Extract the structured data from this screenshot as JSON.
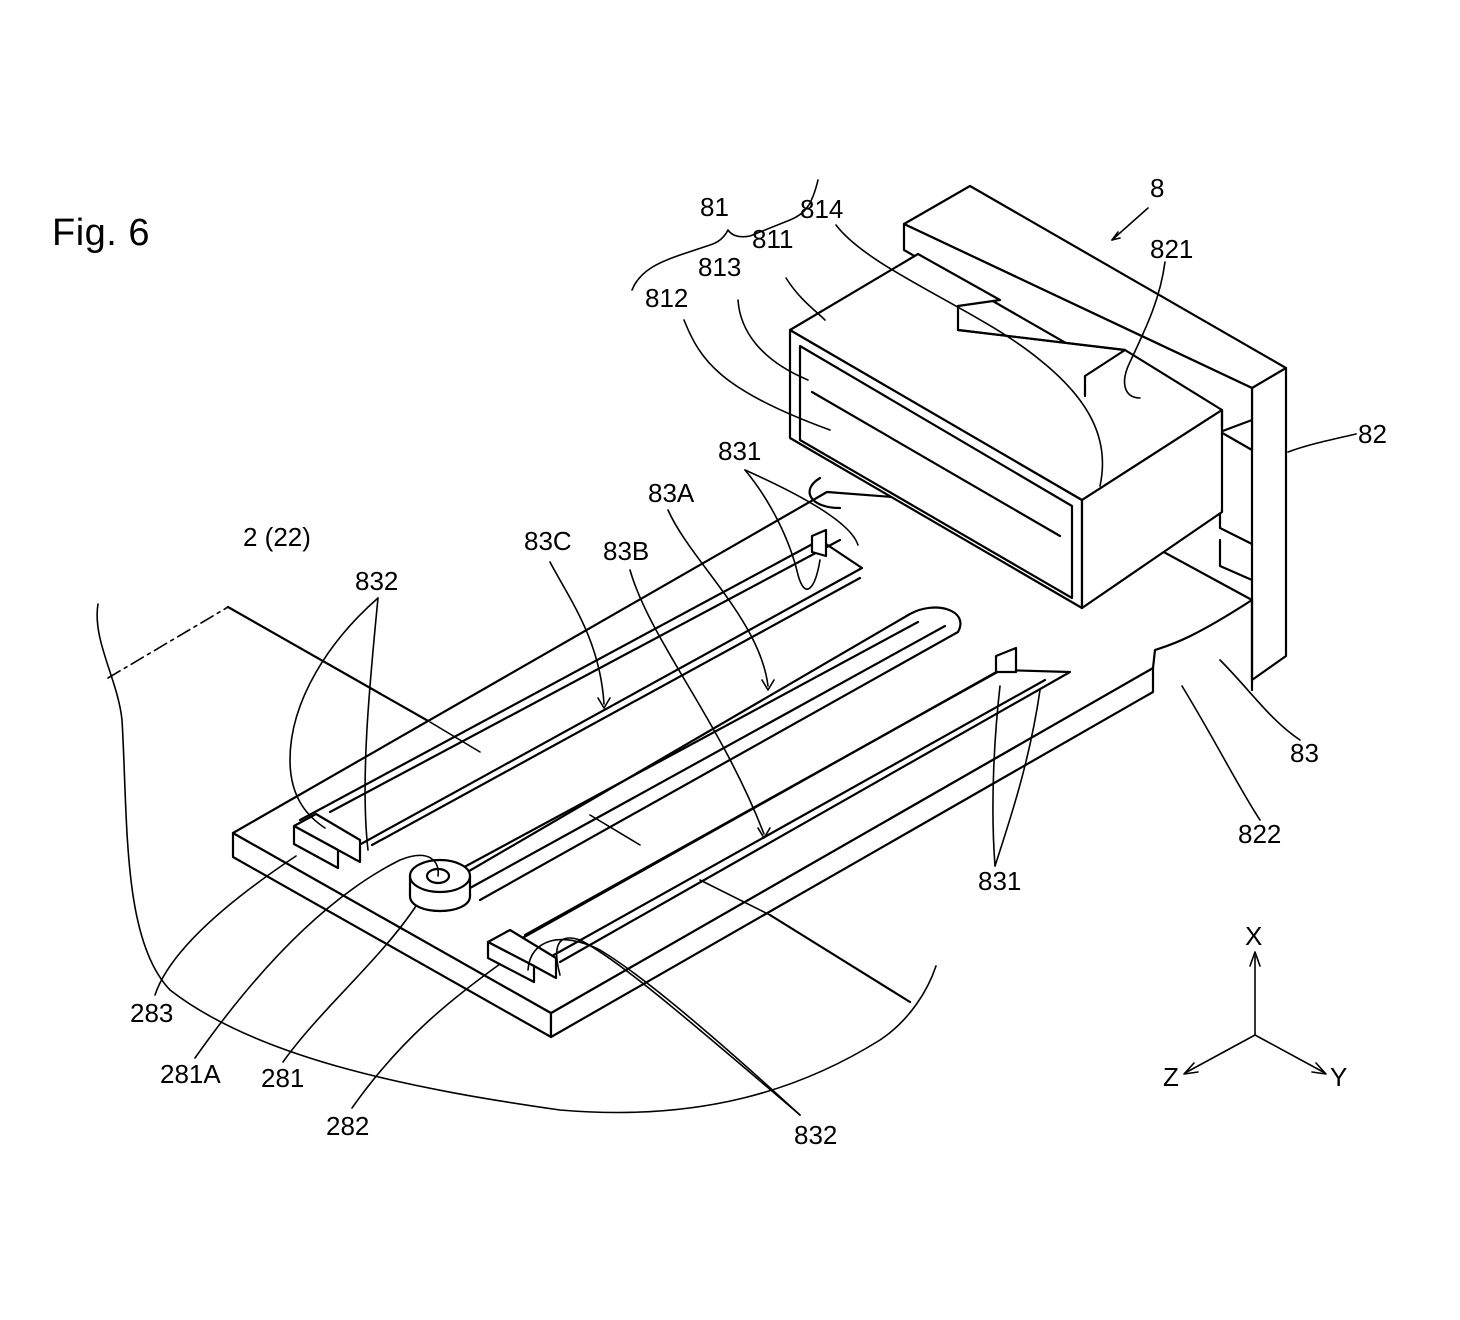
{
  "figure": {
    "title": "Fig. 6",
    "labels": {
      "l8": "8",
      "l81": "81",
      "l811": "811",
      "l812": "812",
      "l813": "813",
      "l814": "814",
      "l821": "821",
      "l82": "82",
      "l831_top": "831",
      "l83A": "83A",
      "l83C": "83C",
      "l83B": "83B",
      "l2_22": "2 (22)",
      "l832_left": "832",
      "l83": "83",
      "l822": "822",
      "l831_right": "831",
      "l283": "283",
      "l281A": "281A",
      "l281": "281",
      "l282": "282",
      "l832_bottom": "832"
    },
    "axes": {
      "x": "X",
      "y": "Y",
      "z": "Z"
    }
  }
}
